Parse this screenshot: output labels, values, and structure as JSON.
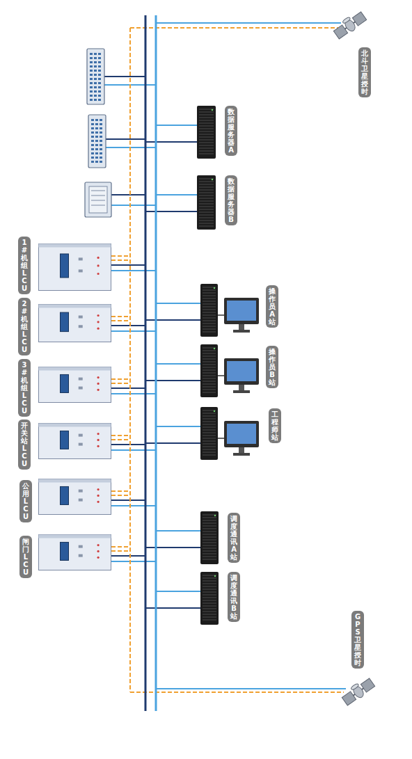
{
  "diagram": {
    "nodes": [
      {
        "text": [
          "北斗卫星授时"
        ]
      },
      {
        "text": [
          "数据服务器A"
        ]
      },
      {
        "text": [
          "数据服务器B"
        ]
      },
      {
        "text": [
          "1#机组LCU"
        ]
      },
      {
        "text": [
          "2#机组LCU"
        ]
      },
      {
        "text": [
          "操作员A站"
        ]
      },
      {
        "text": [
          "3#机组LCU"
        ]
      },
      {
        "text": [
          "操作员B站"
        ]
      },
      {
        "text": [
          "开关站LCU"
        ]
      },
      {
        "text": [
          "工程师站"
        ]
      },
      {
        "text": [
          "公用LCU"
        ]
      },
      {
        "text": [
          "闸门LCU"
        ]
      },
      {
        "text": [
          "调度通讯A站"
        ]
      },
      {
        "text": [
          "调度通讯B站"
        ]
      },
      {
        "text": [
          "GPS卫星授时"
        ]
      }
    ]
  }
}
